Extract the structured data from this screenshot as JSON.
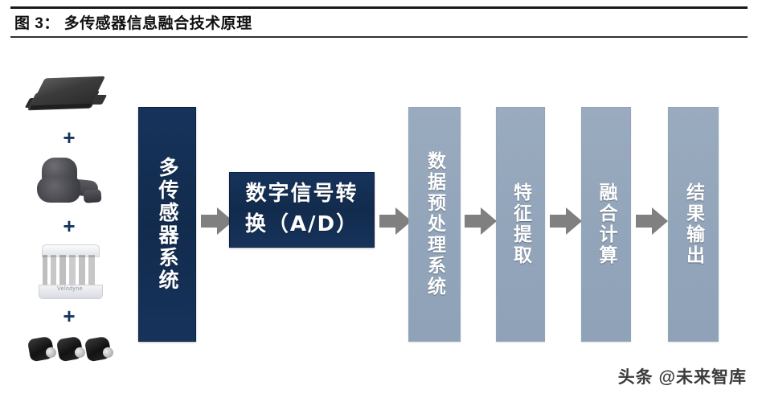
{
  "figure": {
    "title": "图 3： 多传感器信息融合技术原理",
    "watermark": "头条 @未来智库"
  },
  "sensors": {
    "plus_symbol": "+",
    "items": [
      {
        "name": "millimeter-wave-radar-chip",
        "label": "",
        "icon": "flat-sensor-chip-icon"
      },
      {
        "name": "camera-sensor",
        "label": "",
        "icon": "camera-icon"
      },
      {
        "name": "lidar-sensor",
        "label": "Velodyne",
        "icon": "lidar-icon"
      },
      {
        "name": "ultrasonic-sensors",
        "label": "",
        "icon": "ultrasonic-trio-icon"
      }
    ]
  },
  "flow": {
    "arrow_glyph": "➡",
    "blocks": [
      {
        "id": "multi-sensor-system",
        "label": "多传感器系统",
        "style": "navy",
        "orientation": "vertical",
        "color": "#16335b"
      },
      {
        "id": "ad-conversion",
        "label_line1": "数字信号转",
        "label_line2": "换（A/D）",
        "style": "navy",
        "orientation": "horizontal",
        "color": "#16335b"
      },
      {
        "id": "data-preprocessing-system",
        "label": "数据预处理系统",
        "style": "steel",
        "orientation": "vertical",
        "color": "#93a5ba"
      },
      {
        "id": "feature-extraction",
        "label": "特征提取",
        "style": "steel",
        "orientation": "vertical",
        "color": "#93a5ba"
      },
      {
        "id": "fusion-computation",
        "label": "融合计算",
        "style": "steel",
        "orientation": "vertical",
        "color": "#93a5ba"
      },
      {
        "id": "result-output",
        "label": "结果输出",
        "style": "steel",
        "orientation": "vertical",
        "color": "#93a5ba"
      }
    ]
  },
  "theme": {
    "navy": "#16335b",
    "steel": "#93a5ba",
    "arrow_gray": "#808080",
    "background": "#ffffff",
    "rule": "#1a1a1a"
  }
}
